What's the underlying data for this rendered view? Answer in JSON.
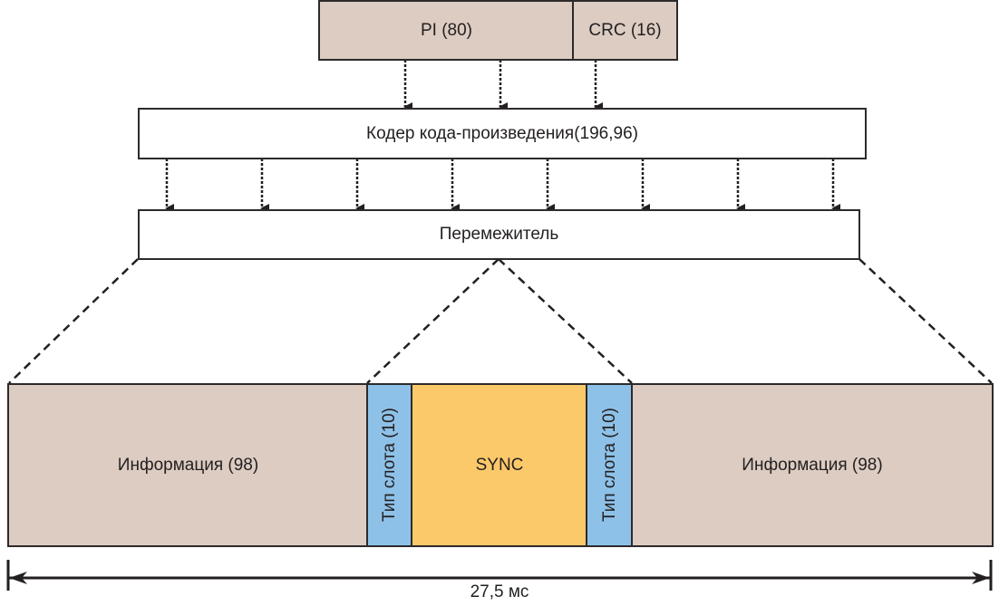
{
  "top_row": {
    "pi": "PI (80)",
    "crc": "CRC (16)"
  },
  "encoder": "Кодер кода-произведения(196,96)",
  "interleaver": "Перемежитель",
  "burst": {
    "info_left": "Информация (98)",
    "slot_type_left": "Тип слота (10)",
    "sync": "SYNC",
    "slot_type_right": "Тип слота (10)",
    "info_right": "Информация (98)"
  },
  "duration": "27,5 мс",
  "colors": {
    "tan": "#dcccc2",
    "blue": "#8ec1e8",
    "orange": "#fcc96a",
    "stroke": "#2d2a2b"
  }
}
